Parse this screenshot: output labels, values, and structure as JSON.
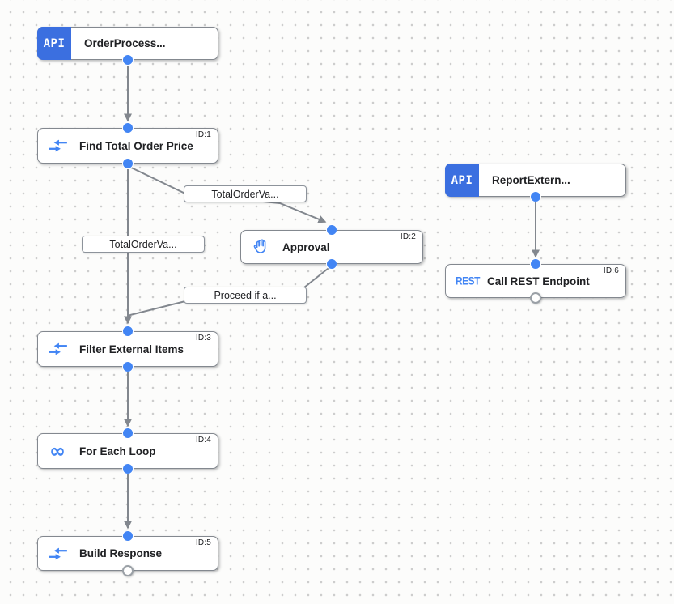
{
  "colors": {
    "accent_blue": "#4285f4",
    "trigger_tile_blue": "#3b6fe0",
    "edge_gray": "#82878e",
    "node_border_gray": "#83888f"
  },
  "icons": {
    "api_trigger_text": "API",
    "rest_text": "REST",
    "infinity_glyph": "∞"
  },
  "nodes": {
    "order_process": {
      "title": "OrderProcess..."
    },
    "find_total_order_price": {
      "title": "Find Total Order Price",
      "id": "ID:1"
    },
    "approval": {
      "title": "Approval",
      "id": "ID:2"
    },
    "report_external": {
      "title": "ReportExtern..."
    },
    "call_rest_endpoint": {
      "title": "Call REST Endpoint",
      "id": "ID:6"
    },
    "filter_external_items": {
      "title": "Filter External Items",
      "id": "ID:3"
    },
    "for_each_loop": {
      "title": "For Each Loop",
      "id": "ID:4"
    },
    "build_response": {
      "title": "Build Response",
      "id": "ID:5"
    }
  },
  "edge_labels": {
    "to_approval": "TotalOrderVa...",
    "to_filter": "TotalOrderVa...",
    "from_approval": "Proceed if a..."
  }
}
